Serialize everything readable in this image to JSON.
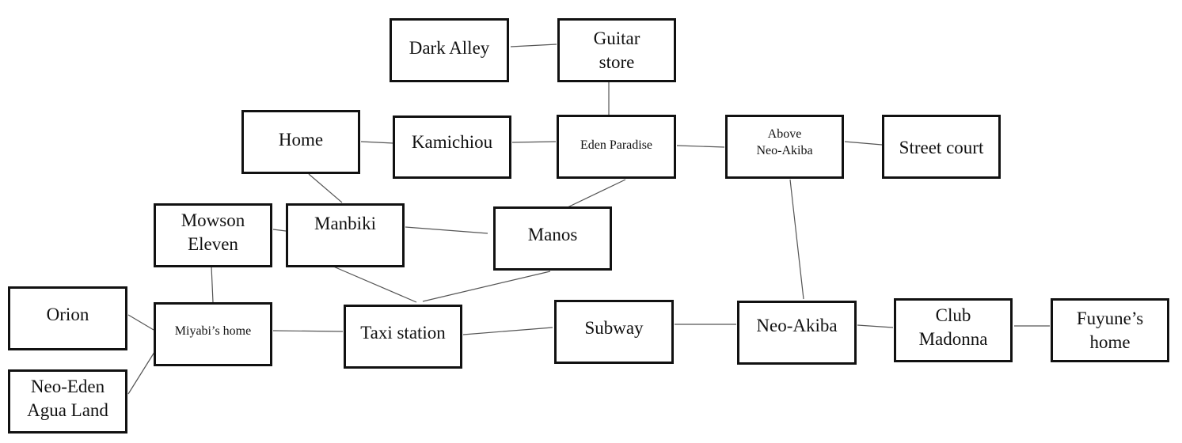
{
  "diagram": {
    "type": "location-map",
    "nodes": [
      {
        "id": "dark-alley",
        "label": [
          "Dark Alley"
        ]
      },
      {
        "id": "guitar-store",
        "label": [
          "Guitar",
          "store"
        ]
      },
      {
        "id": "home",
        "label": [
          "Home"
        ]
      },
      {
        "id": "kamichiou",
        "label": [
          "Kamichiou"
        ]
      },
      {
        "id": "eden-paradise",
        "label": [
          "Eden Paradise"
        ]
      },
      {
        "id": "above-neo-akiba",
        "label": [
          "Above",
          "Neo-Akiba"
        ]
      },
      {
        "id": "street-court",
        "label": [
          "Street court"
        ]
      },
      {
        "id": "mowson-eleven",
        "label": [
          "Mowson",
          "Eleven"
        ]
      },
      {
        "id": "manbiki",
        "label": [
          "Manbiki"
        ]
      },
      {
        "id": "manos",
        "label": [
          "Manos"
        ]
      },
      {
        "id": "orion",
        "label": [
          "Orion"
        ]
      },
      {
        "id": "miyabis-home",
        "label": [
          "Miyabi’s home"
        ]
      },
      {
        "id": "taxi-station",
        "label": [
          "Taxi station"
        ]
      },
      {
        "id": "subway",
        "label": [
          "Subway"
        ]
      },
      {
        "id": "neo-akiba",
        "label": [
          "Neo-Akiba"
        ]
      },
      {
        "id": "club-madonna",
        "label": [
          "Club",
          "Madonna"
        ]
      },
      {
        "id": "fuyunes-home",
        "label": [
          "Fuyune’s",
          "home"
        ]
      },
      {
        "id": "neo-eden-agua-land",
        "label": [
          "Neo-Eden",
          "Agua Land"
        ]
      }
    ],
    "edges": [
      [
        "dark-alley",
        "guitar-store"
      ],
      [
        "guitar-store",
        "eden-paradise"
      ],
      [
        "home",
        "kamichiou"
      ],
      [
        "kamichiou",
        "eden-paradise"
      ],
      [
        "eden-paradise",
        "above-neo-akiba"
      ],
      [
        "above-neo-akiba",
        "street-court"
      ],
      [
        "home",
        "manbiki"
      ],
      [
        "eden-paradise",
        "manos"
      ],
      [
        "mowson-eleven",
        "manbiki"
      ],
      [
        "manbiki",
        "manos"
      ],
      [
        "above-neo-akiba",
        "neo-akiba"
      ],
      [
        "mowson-eleven",
        "miyabis-home"
      ],
      [
        "manbiki",
        "taxi-station"
      ],
      [
        "manos",
        "taxi-station"
      ],
      [
        "orion",
        "miyabis-home"
      ],
      [
        "neo-eden-agua-land",
        "miyabis-home"
      ],
      [
        "miyabis-home",
        "taxi-station"
      ],
      [
        "taxi-station",
        "subway"
      ],
      [
        "subway",
        "neo-akiba"
      ],
      [
        "neo-akiba",
        "club-madonna"
      ],
      [
        "club-madonna",
        "fuyunes-home"
      ]
    ]
  }
}
